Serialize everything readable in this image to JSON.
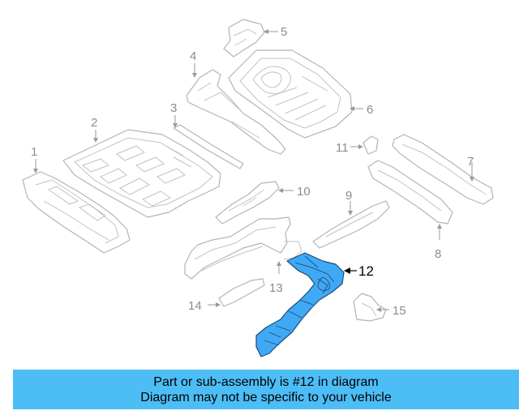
{
  "callouts": {
    "c1": "1",
    "c2": "2",
    "c3": "3",
    "c4": "4",
    "c5": "5",
    "c6": "6",
    "c7": "7",
    "c8": "8",
    "c9": "9",
    "c10": "10",
    "c11": "11",
    "c12": "12",
    "c13": "13",
    "c14": "14",
    "c15": "15"
  },
  "highlight": {
    "fill_color": "#3fa9f5",
    "outline_color": "#1e4d78",
    "part_number": "12"
  },
  "banner": {
    "line1": "Part or sub-assembly is #12 in diagram",
    "line2": "Diagram may not be specific to your vehicle",
    "background_color": "#4dbdf5"
  }
}
